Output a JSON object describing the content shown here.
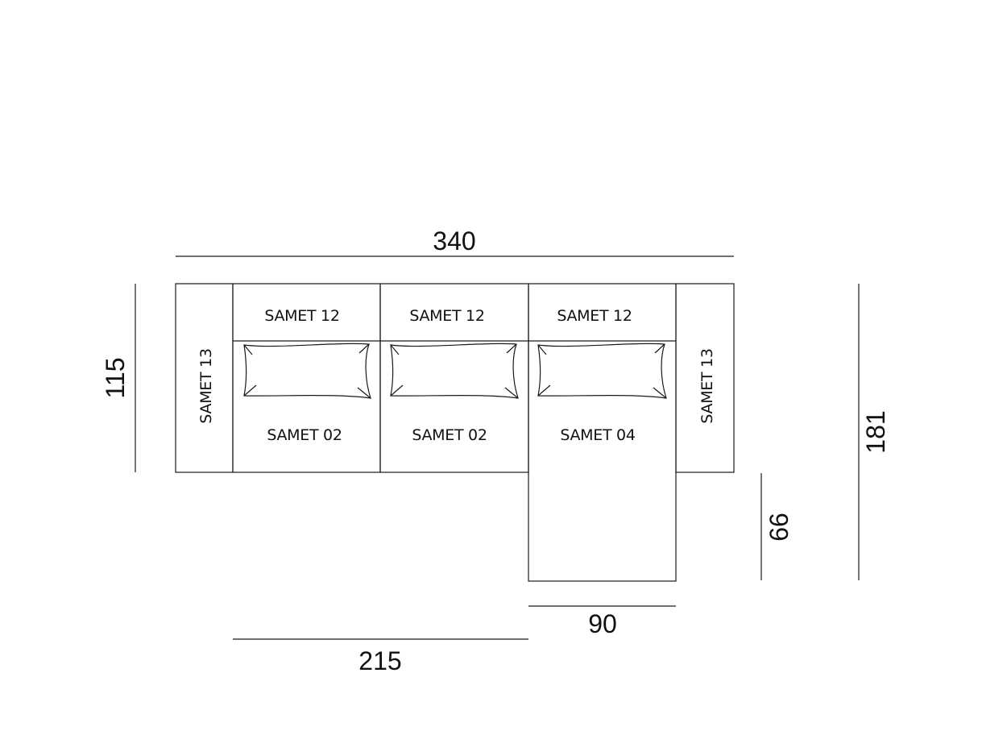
{
  "dimensions": {
    "total_width": "340",
    "depth": "115",
    "total_depth": "181",
    "chaise_extension": "66",
    "chaise_width": "90",
    "seat_width": "215"
  },
  "labels": {
    "arm_left": "SAMET 13",
    "arm_right": "SAMET 13",
    "back_1": "SAMET 12",
    "back_2": "SAMET 12",
    "back_3": "SAMET 12",
    "seat_1": "SAMET 02",
    "seat_2": "SAMET 02",
    "chaise": "SAMET 04"
  }
}
